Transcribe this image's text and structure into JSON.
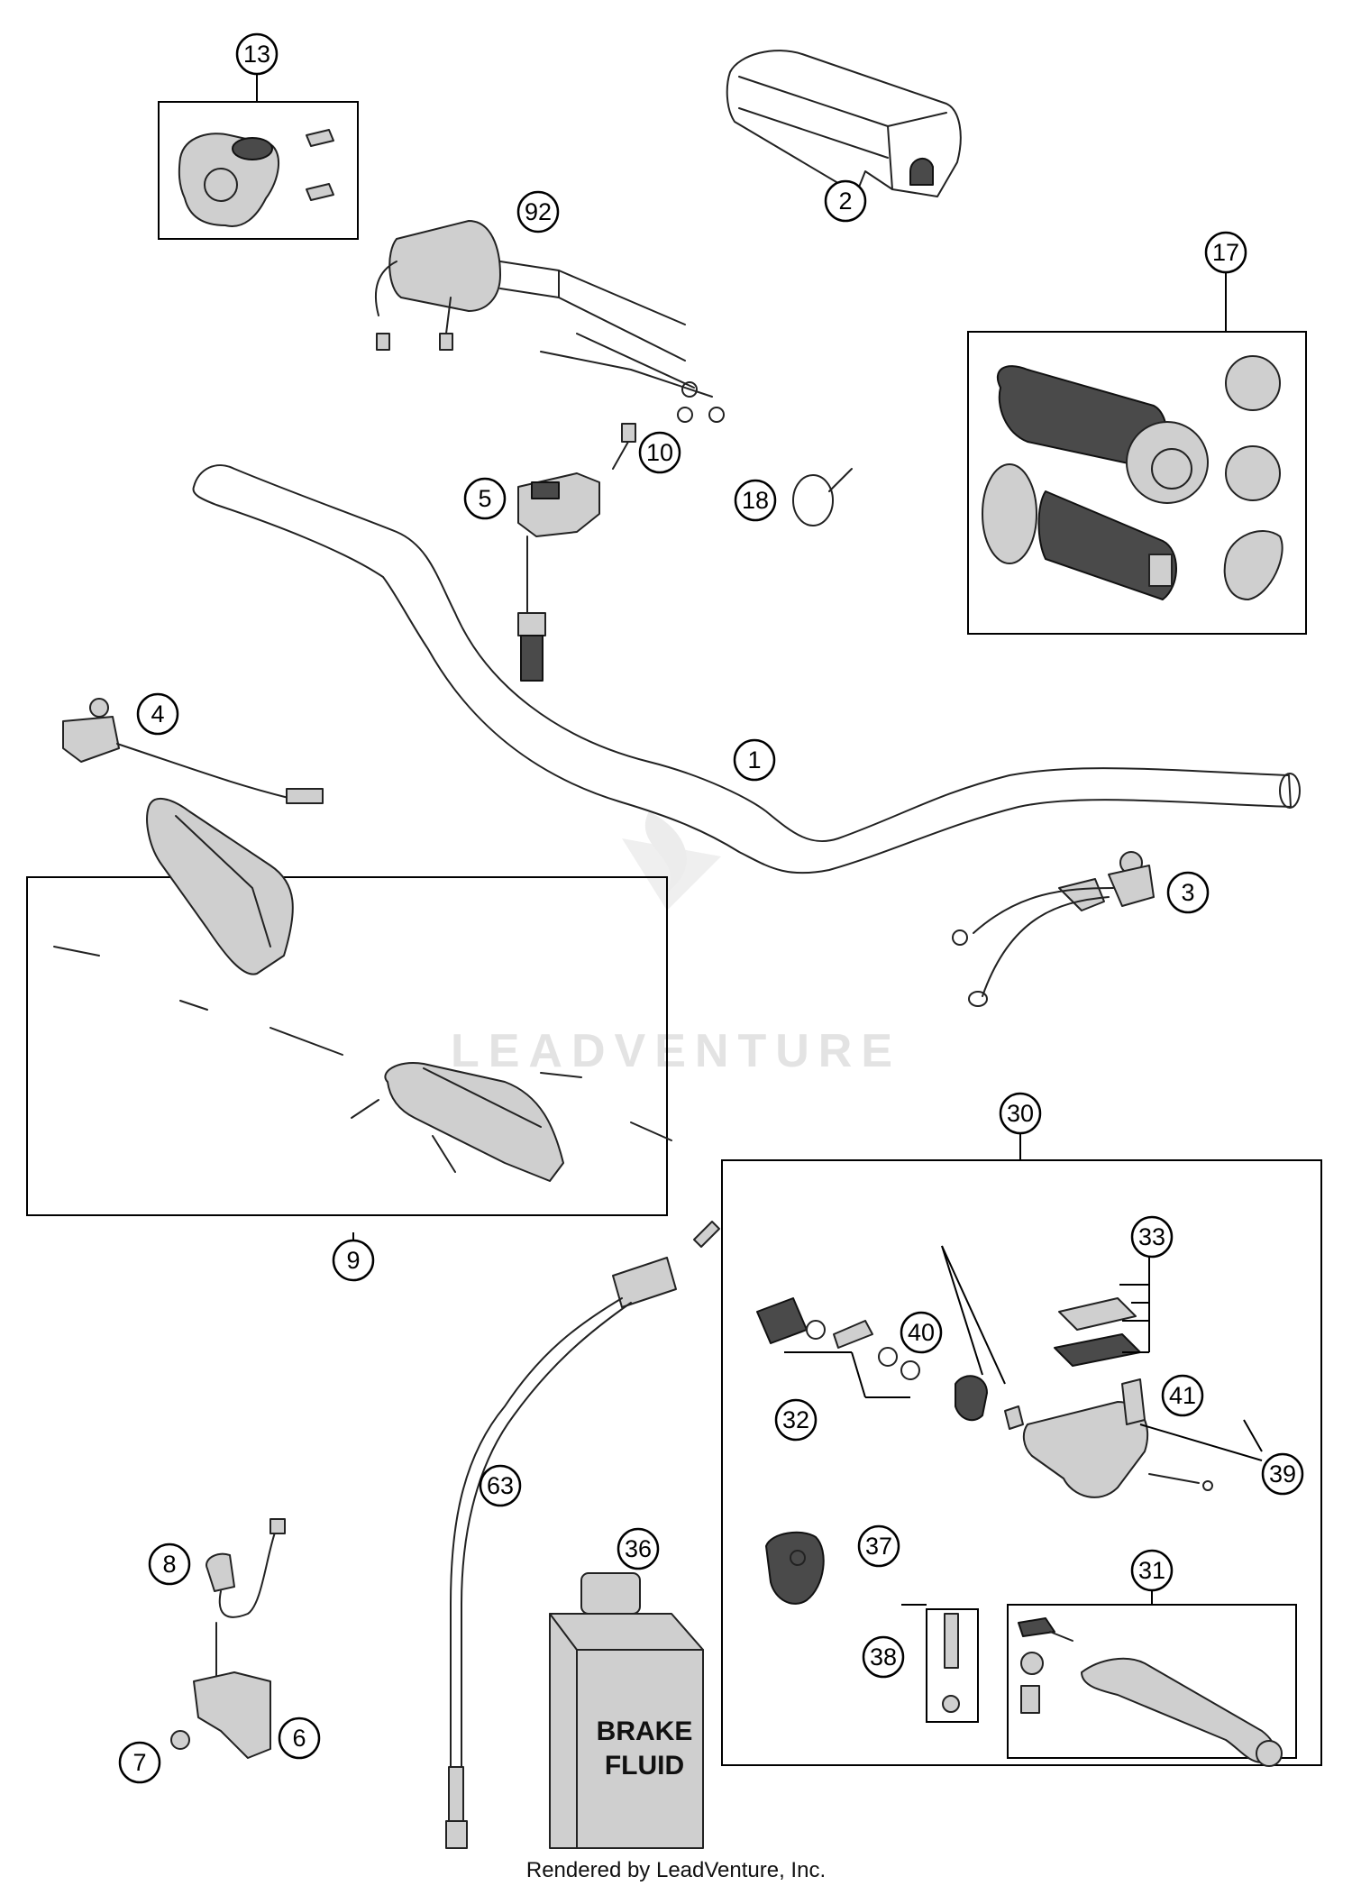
{
  "diagram": {
    "parts": [
      {
        "id": "part-1",
        "number": "1"
      },
      {
        "id": "part-2",
        "number": "2"
      },
      {
        "id": "part-3",
        "number": "3"
      },
      {
        "id": "part-4",
        "number": "4"
      },
      {
        "id": "part-5",
        "number": "5"
      },
      {
        "id": "part-6",
        "number": "6"
      },
      {
        "id": "part-7",
        "number": "7"
      },
      {
        "id": "part-8",
        "number": "8"
      },
      {
        "id": "part-9",
        "number": "9"
      },
      {
        "id": "part-10",
        "number": "10"
      },
      {
        "id": "part-13",
        "number": "13"
      },
      {
        "id": "part-17",
        "number": "17"
      },
      {
        "id": "part-18",
        "number": "18"
      },
      {
        "id": "part-30",
        "number": "30"
      },
      {
        "id": "part-31",
        "number": "31"
      },
      {
        "id": "part-32",
        "number": "32"
      },
      {
        "id": "part-33",
        "number": "33"
      },
      {
        "id": "part-36",
        "number": "36"
      },
      {
        "id": "part-37",
        "number": "37"
      },
      {
        "id": "part-38",
        "number": "38"
      },
      {
        "id": "part-39",
        "number": "39"
      },
      {
        "id": "part-40",
        "number": "40"
      },
      {
        "id": "part-41",
        "number": "41"
      },
      {
        "id": "part-63",
        "number": "63"
      },
      {
        "id": "part-92",
        "number": "92"
      }
    ],
    "bottle_label": {
      "line1": "BRAKE",
      "line2": "FLUID"
    },
    "watermark": "LEADVENTURE",
    "footer": "Rendered by LeadVenture, Inc."
  }
}
